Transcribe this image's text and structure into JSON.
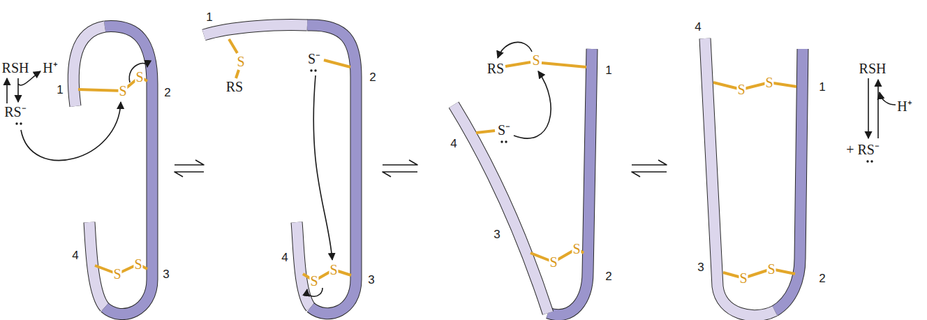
{
  "diagram": {
    "labels": [
      "RSH",
      "H⁺",
      "RS⁻",
      "1",
      "S",
      "S",
      "2",
      "4",
      "S",
      "S",
      "3",
      "1",
      "S",
      "RS",
      "S⁻",
      "2",
      "4",
      "S",
      "S",
      "3",
      "RS",
      "S",
      "1",
      "S⁻",
      "4",
      "3",
      "S",
      "S",
      "2",
      "4",
      "S",
      "S",
      "1",
      "RSH",
      "H⁺",
      "+ RS⁻",
      "3",
      "S",
      "S",
      "2"
    ]
  }
}
